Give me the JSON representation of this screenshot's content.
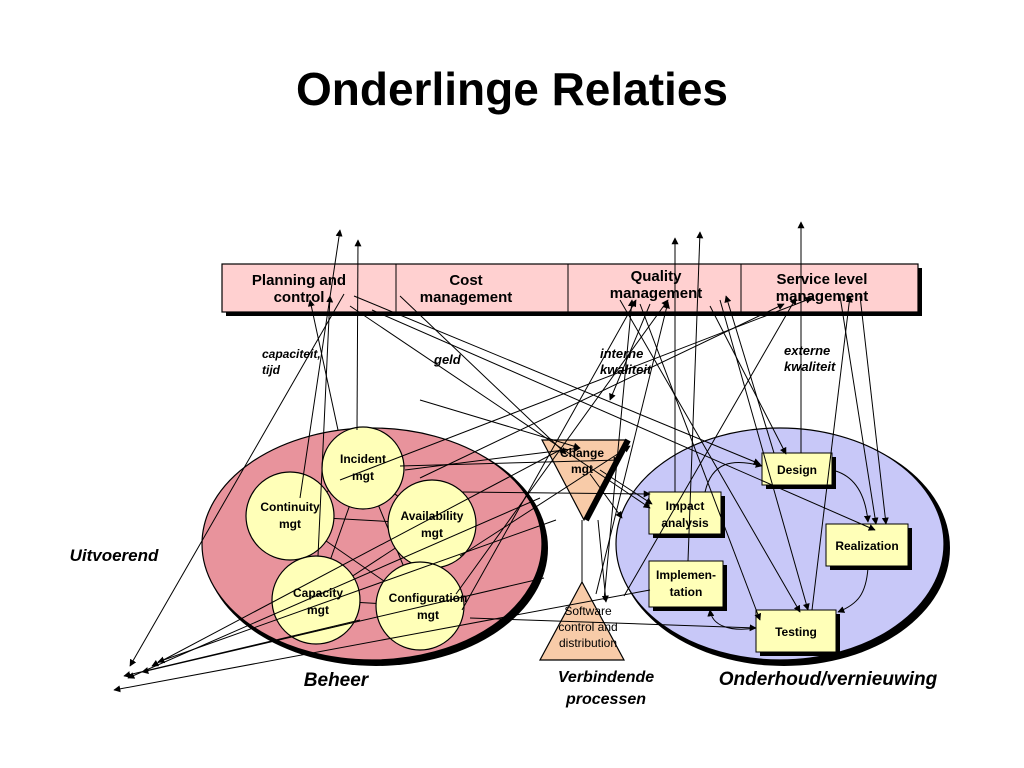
{
  "title": "Onderlinge Relaties",
  "top_boxes": [
    "Planning and control",
    "Cost management",
    "Quality management",
    "Service level management"
  ],
  "relation_labels": {
    "capacity": [
      "capaciteit,",
      "tijd"
    ],
    "money": "geld",
    "internal_quality": [
      "interne",
      "kwaliteit"
    ],
    "external_quality": [
      "externe",
      "kwaliteit"
    ]
  },
  "beheer_processes": {
    "incident": [
      "Incident",
      "mgt"
    ],
    "continuity": [
      "Continuity",
      "mgt"
    ],
    "availability": [
      "Availability",
      "mgt"
    ],
    "capacity": [
      "Capacity",
      "mgt"
    ],
    "configuration": [
      "Configuration",
      "mgt"
    ]
  },
  "connecting_processes": {
    "change": [
      "Change",
      "mgt"
    ],
    "software": [
      "Software",
      "control and",
      "distribution"
    ]
  },
  "maintenance_processes": {
    "impact": [
      "Impact",
      "analysis"
    ],
    "implementation": [
      "Implemen-",
      "tation"
    ],
    "design": "Design",
    "realization": "Realization",
    "testing": "Testing"
  },
  "area_labels": {
    "uitvoerend": "Uitvoerend",
    "beheer": "Beheer",
    "verbindende": [
      "Verbindende",
      "processen"
    ],
    "onderhoud": "Onderhoud/vernieuwing"
  },
  "colors": {
    "top_box_fill": "#ffd0d0",
    "beheer_fill": "#e8939c",
    "onderhoud_fill": "#c8c8f8",
    "node_fill": "#ffffb8",
    "triangle_fill": "#f8cba8"
  }
}
